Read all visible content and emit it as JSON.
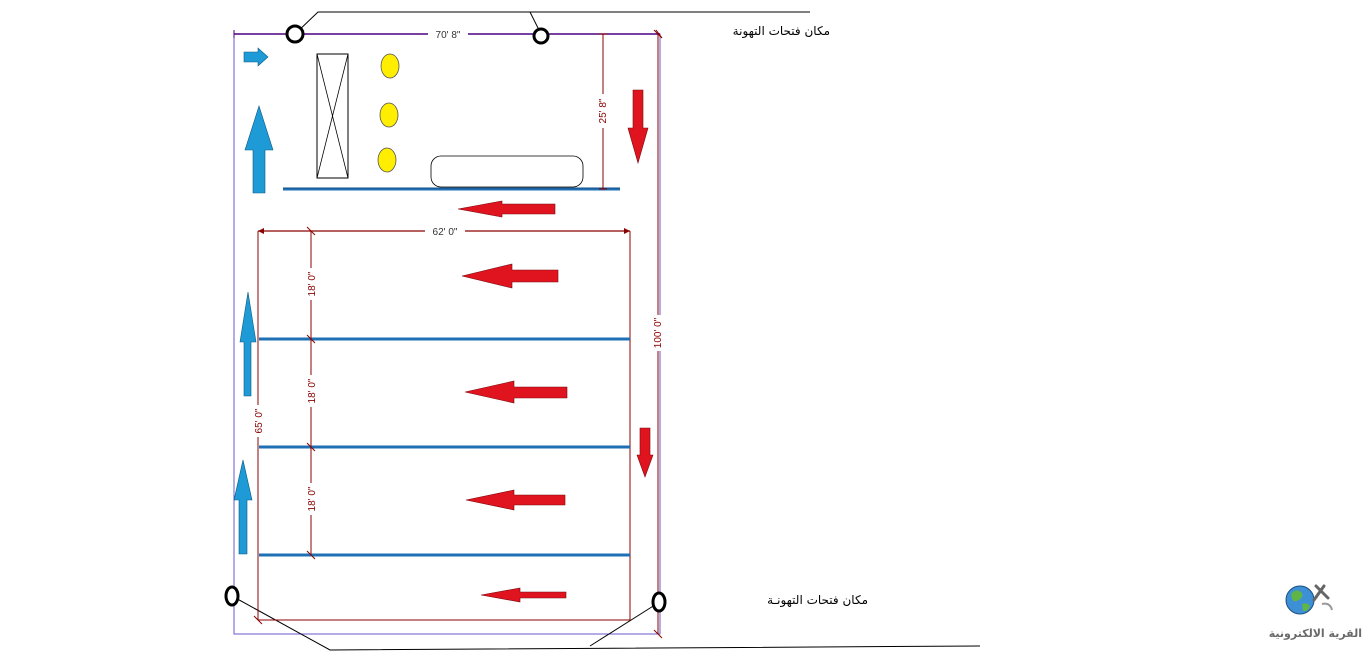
{
  "labels": {
    "vent_top": "مكان فتحات التهونة",
    "vent_bottom": "مكان فتحات التهونـة"
  },
  "dimensions": {
    "overall_width": "70' 8\"",
    "overall_length": "100' 0\"",
    "top_zone_depth": "25' 8\"",
    "racks_width": "62' 0\"",
    "racks_length": "65' 0\"",
    "bay_1": "18' 0\"",
    "bay_2": "18' 0\"",
    "bay_3": "18' 0\""
  },
  "logo": {
    "text": "القرية الالكترونية",
    "icon": "globe-tools-icon"
  },
  "colors": {
    "outline": "#6a5acd",
    "dimension": "#8b0000",
    "rack_line": "#1f6fb5",
    "warm_flow": "#e0141e",
    "cool_flow": "#1e9ad6",
    "fixture": "#ffee00",
    "vent": "#000000"
  },
  "icons": {
    "flow_arrow": "arrow-icon",
    "vent": "vent-opening-icon",
    "light": "light-fixture-icon"
  }
}
